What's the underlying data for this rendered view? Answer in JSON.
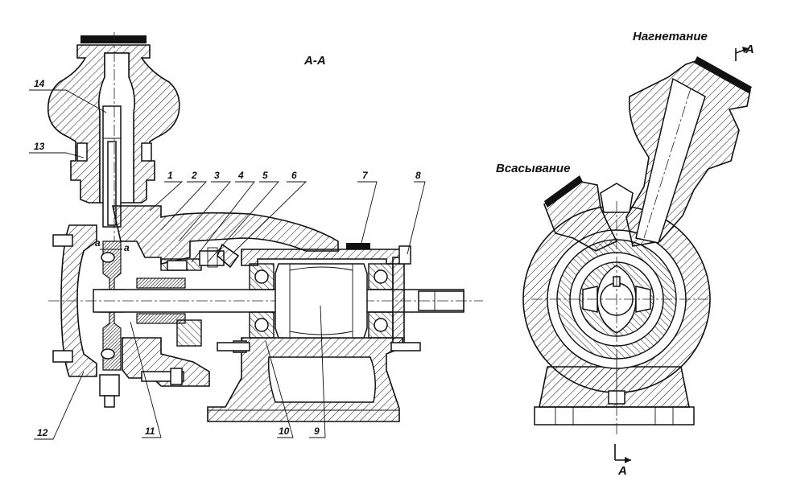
{
  "section_title": "А-А",
  "flow_labels": {
    "discharge": "Нагнетание",
    "suction": "Всасывание"
  },
  "section_marks": {
    "top": "А",
    "bottom": "А"
  },
  "detail_marks": [
    "а",
    "а"
  ],
  "callouts": [
    "1",
    "2",
    "3",
    "4",
    "5",
    "6",
    "7",
    "8",
    "9",
    "10",
    "11",
    "12",
    "13",
    "14"
  ]
}
